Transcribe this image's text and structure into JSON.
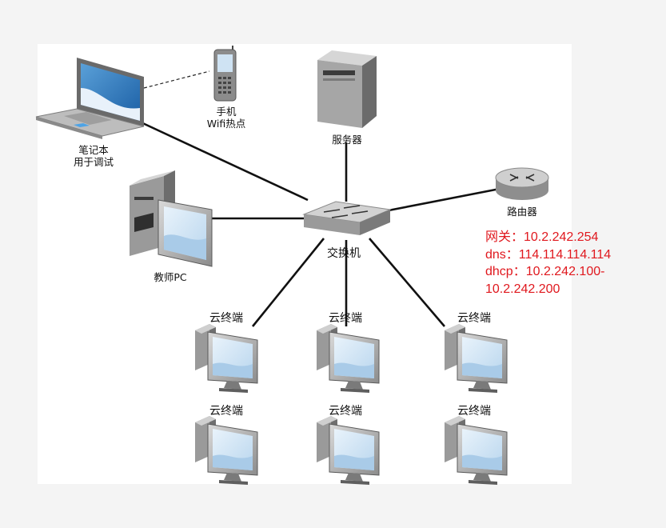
{
  "nodes": {
    "laptop": {
      "line1": "笔记本",
      "line2": "用于调试"
    },
    "phone": {
      "line1": "手机",
      "line2": "Wifi热点"
    },
    "server": {
      "label": "服务器"
    },
    "router": {
      "label": "路由器"
    },
    "switch": {
      "label": "交换机"
    },
    "teacher_pc": {
      "label": "教师PC"
    },
    "clients": [
      {
        "label": "云终端"
      },
      {
        "label": "云终端"
      },
      {
        "label": "云终端"
      },
      {
        "label": "云终端"
      },
      {
        "label": "云终端"
      },
      {
        "label": "云终端"
      }
    ]
  },
  "network_info": {
    "gateway": "网关：10.2.242.254",
    "dns": "dns：114.114.114.114",
    "dhcp_line1": "dhcp：10.2.242.100-",
    "dhcp_line2": "10.2.242.200"
  },
  "colors": {
    "annotation": "#e0181e",
    "link": "#111111"
  }
}
